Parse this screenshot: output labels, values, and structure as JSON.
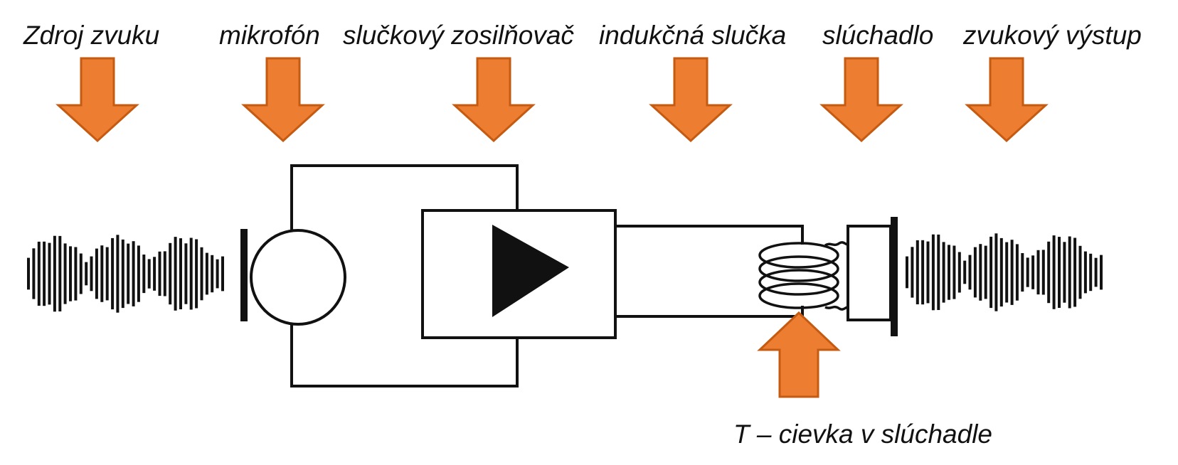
{
  "labels": {
    "zdroj": "Zdroj zvuku",
    "mikrofon": "mikrofón",
    "zosilnovac": "slučkový zosilňovač",
    "slucka": "indukčná slučka",
    "sluchadlo": "slúchadlo",
    "vystup": "zvukový výstup",
    "cievka": "T – cievka v slúchadle"
  },
  "colors": {
    "arrow_fill": "#ED7D31",
    "arrow_stroke": "#C55A11",
    "line": "#111111",
    "background": "#FFFFFF"
  },
  "icons": {
    "source_wave": "sound-wave-icon",
    "microphone": "microphone-icon",
    "amplifier": "amplifier-triangle-icon",
    "coil": "coil-icon",
    "earpiece": "earpiece-icon",
    "output_wave": "sound-wave-icon"
  }
}
